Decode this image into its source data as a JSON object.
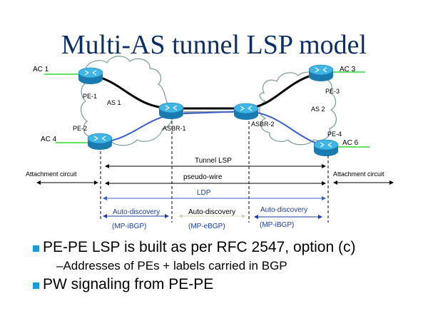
{
  "title": "Multi-AS tunnel LSP model",
  "diagram": {
    "attachment_circuits": [
      "AC 1",
      "AC 3",
      "AC 4",
      "AC 6"
    ],
    "routers": [
      "PE-1",
      "PE-2",
      "ASBR-1",
      "ASBR-2",
      "PE-3",
      "PE-4"
    ],
    "autonomous_systems": [
      "AS 1",
      "AS 2"
    ],
    "spans": {
      "tunnel_lsp": "Tunnel LSP",
      "pseudo_wire": "pseudo-wire",
      "ldp": "LDP",
      "attachment_left": "Attachment circuit",
      "attachment_right": "Attachment circuit"
    },
    "auto_discovery": [
      {
        "label": "Auto-discovery",
        "protocol": "(MP-iBGP)"
      },
      {
        "label": "Auto-discovery",
        "protocol": "(MP-eBGP)"
      },
      {
        "label": "Auto-discovery",
        "protocol": "(MP-iBGP)"
      }
    ],
    "colors": {
      "title": "#0d2f63",
      "lsp_path": "#000000",
      "pw_path": "#3a5fc8",
      "attachment_link": "#66e066",
      "cloud": "#7a9a9a",
      "router_top": "#3fb6e6",
      "router_side": "#1a7bb0",
      "bullet": "#1a9ad6"
    }
  },
  "bullets": [
    {
      "level": 1,
      "text": "PE-PE LSP is built as per RFC 2547, option (c)"
    },
    {
      "level": 2,
      "text": "–Addresses of PEs + labels carried in BGP"
    },
    {
      "level": 1,
      "text": "PW signaling from PE-PE"
    }
  ]
}
